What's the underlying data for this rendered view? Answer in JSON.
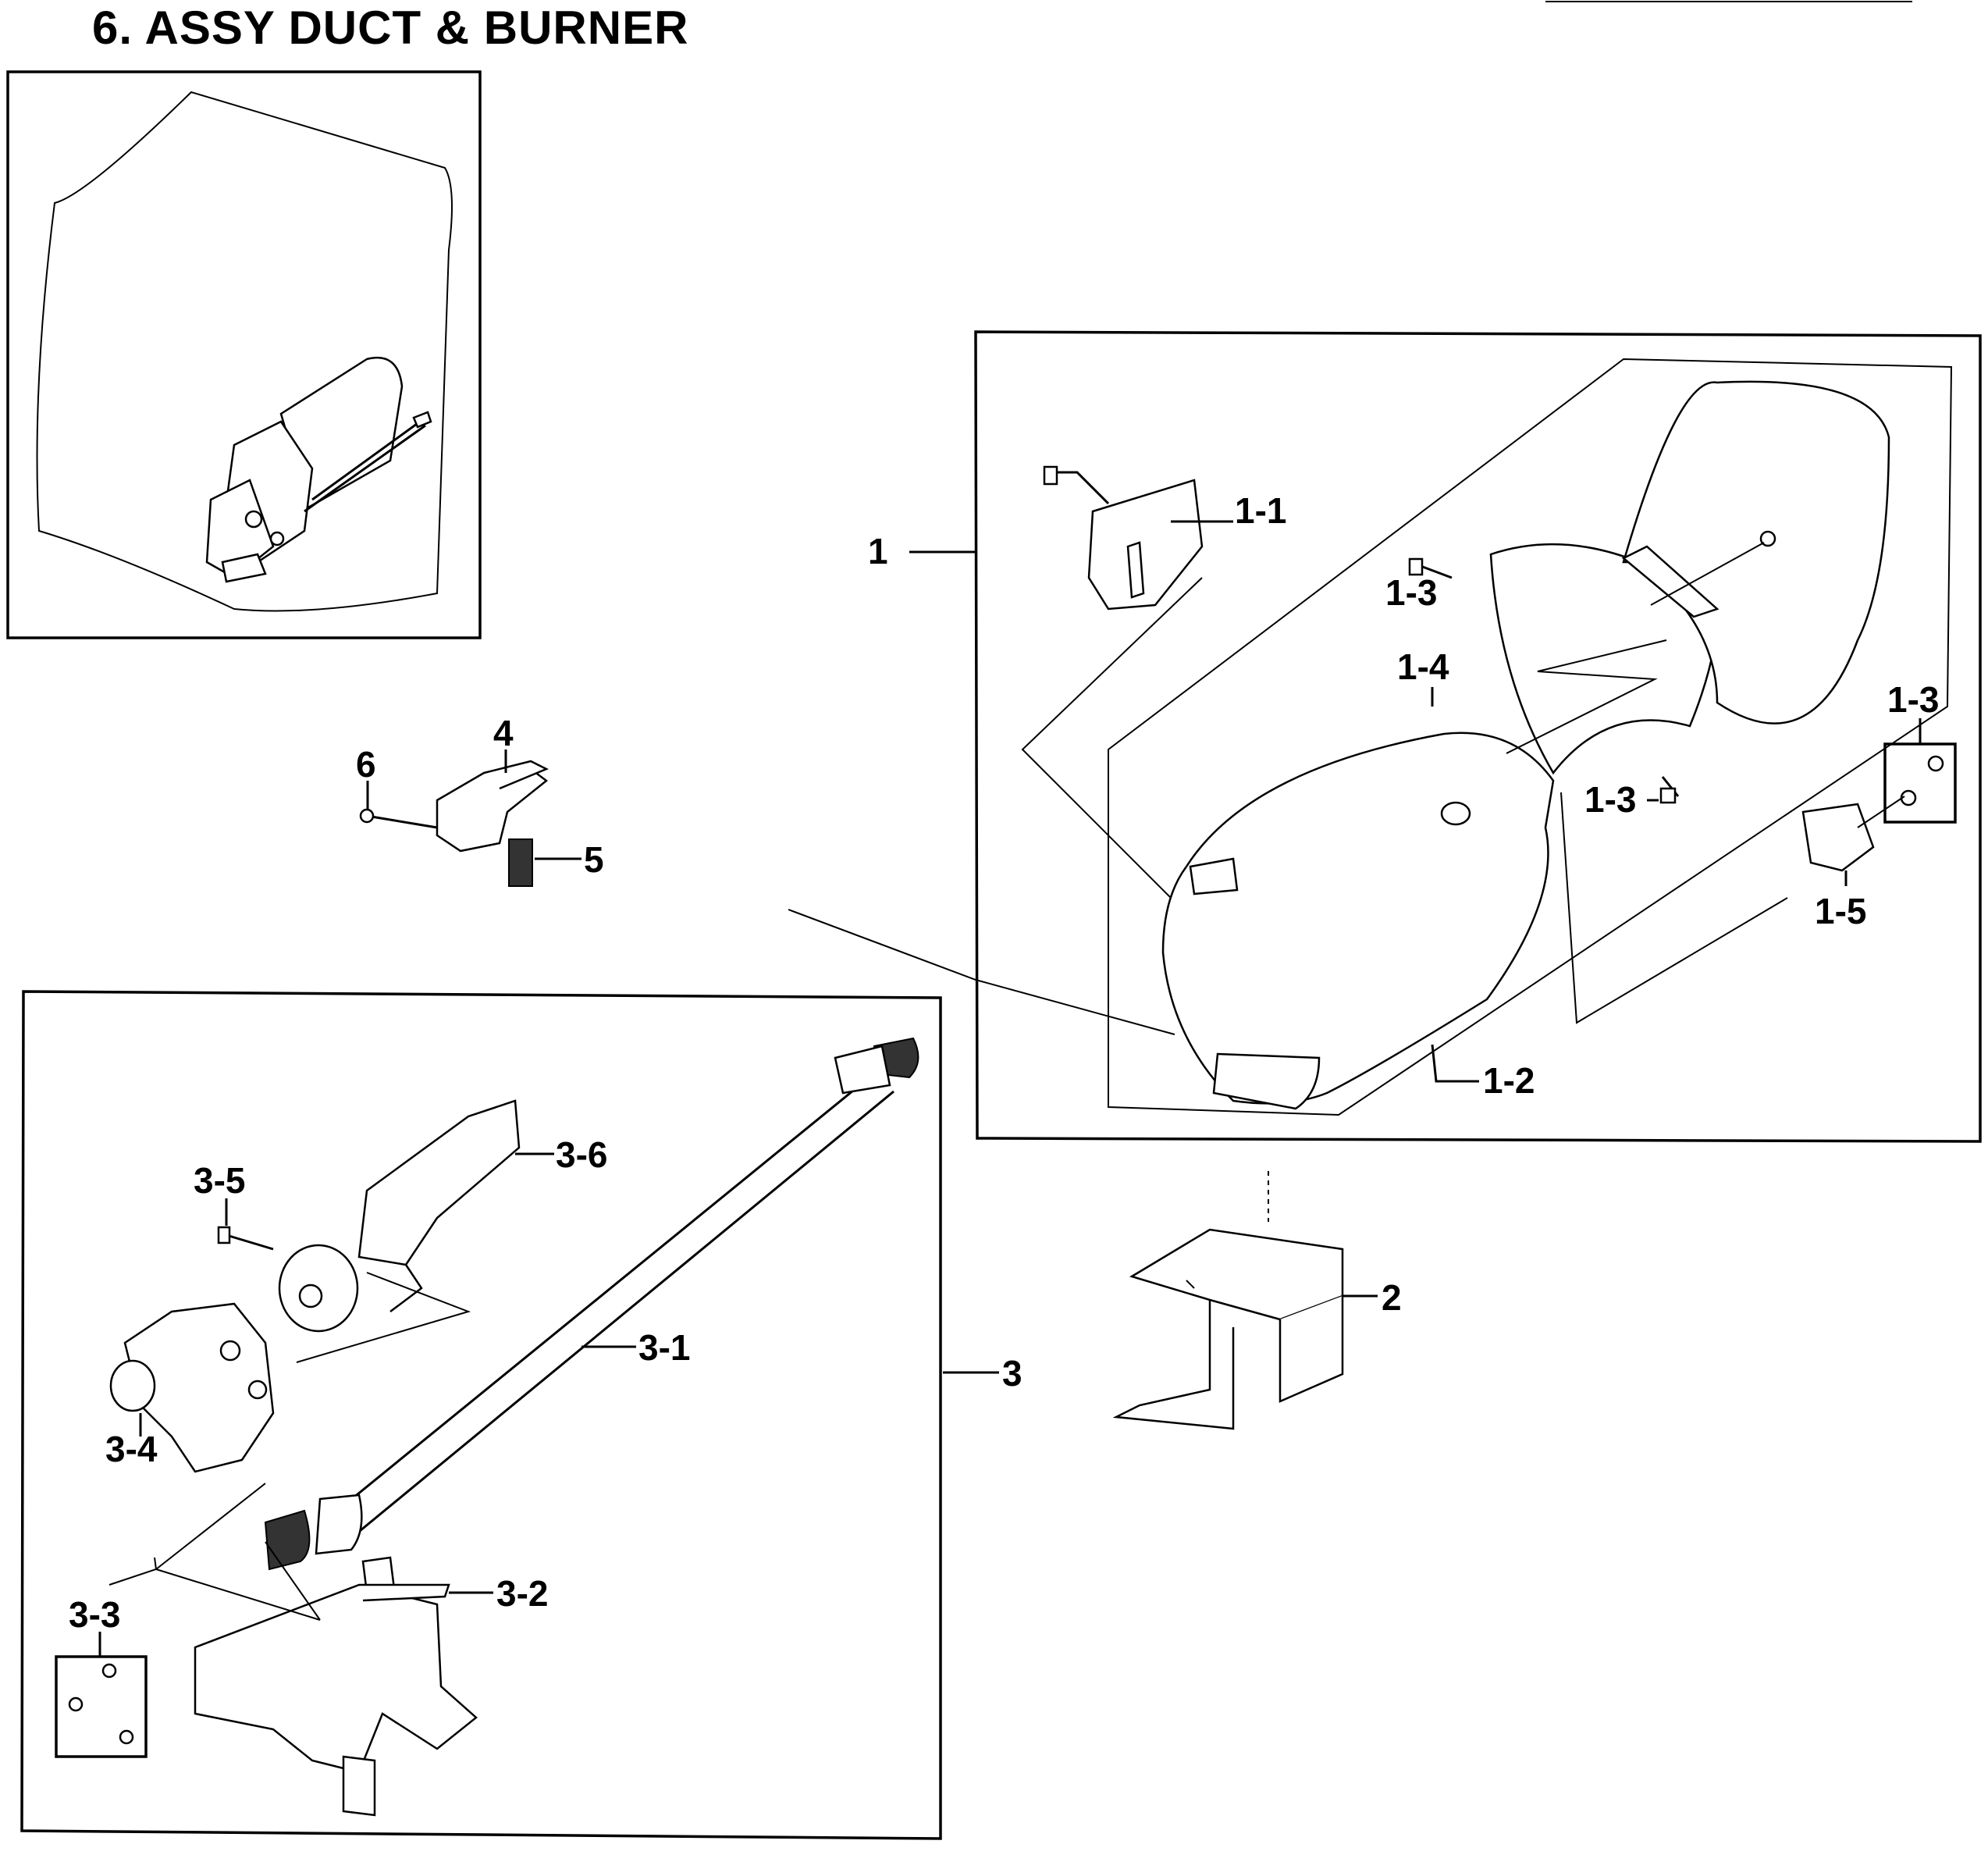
{
  "title": "6. ASSY DUCT & BURNER",
  "labels": {
    "p1": "1",
    "p1_1": "1-1",
    "p1_2": "1-2",
    "p1_3a": "1-3",
    "p1_3b": "1-3",
    "p1_3c": "1-3",
    "p1_4": "1-4",
    "p1_5": "1-5",
    "p2": "2",
    "p3": "3",
    "p3_1": "3-1",
    "p3_2": "3-2",
    "p3_3": "3-3",
    "p3_4": "3-4",
    "p3_5": "3-5",
    "p3_6": "3-6",
    "p4": "4",
    "p5": "5",
    "p6": "6"
  }
}
